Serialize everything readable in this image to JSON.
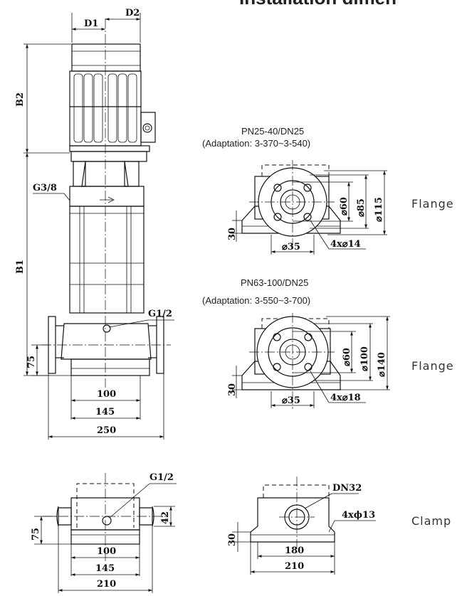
{
  "header": {
    "title": "Installation dimen"
  },
  "front_view": {
    "dims": {
      "d1": "D1",
      "d2": "D2",
      "b2": "B2",
      "b1": "B1",
      "g3_8": "G3/8",
      "g1_2": "G1/2",
      "h75": "75",
      "w100": "100",
      "w145": "145",
      "w250": "250"
    }
  },
  "flange_top": {
    "model": "PN25-40/DN25",
    "adaptation": "(Adaptation: 3-370~3-540)",
    "dims": {
      "d60": "⌀60",
      "d85": "⌀85",
      "d115": "⌀115",
      "h30": "30",
      "d35": "⌀35",
      "holes": "4x⌀14"
    },
    "type": "Flange"
  },
  "flange_bottom": {
    "model": "PN63-100/DN25",
    "adaptation": "(Adaptation: 3-550~3-700)",
    "dims": {
      "d60": "⌀60",
      "d100": "⌀100",
      "d140": "⌀140",
      "h30": "30",
      "d35": "⌀35",
      "holes": "4x⌀18"
    },
    "type": "Flange"
  },
  "clamp_front": {
    "dims": {
      "g1_2": "G1/2",
      "h75": "75",
      "h42": "42",
      "w100": "100",
      "w145": "145",
      "w210": "210"
    }
  },
  "clamp_side": {
    "dims": {
      "dn32": "DN32",
      "holes": "4xϕ13",
      "h30": "30",
      "w180": "180",
      "w210": "210"
    },
    "type": "Clamp"
  }
}
